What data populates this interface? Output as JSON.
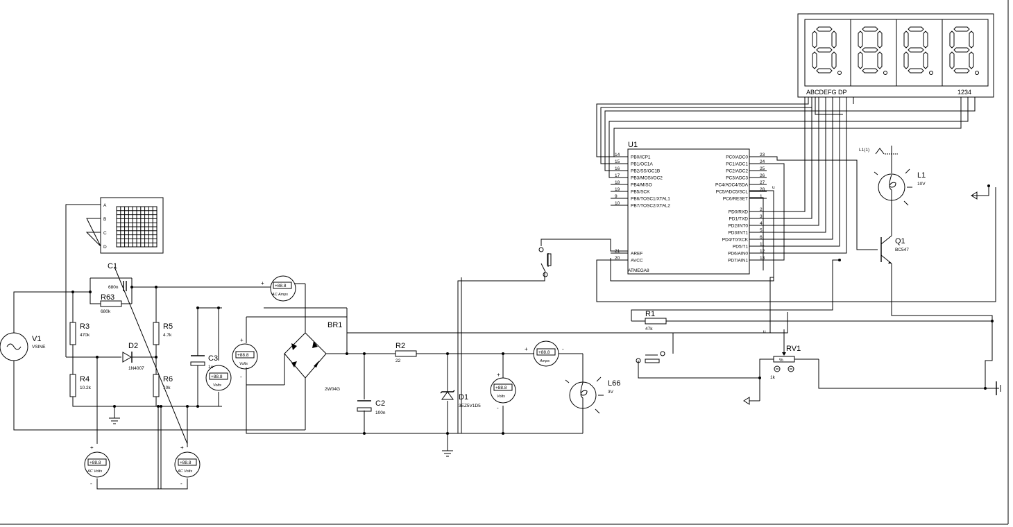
{
  "components": {
    "V1": {
      "ref": "V1",
      "value": "VSINE"
    },
    "R3": {
      "ref": "R3",
      "value": "470k"
    },
    "R4": {
      "ref": "R4",
      "value": "10.2k"
    },
    "R5": {
      "ref": "R5",
      "value": "4.7k"
    },
    "R6": {
      "ref": "R6",
      "value": "10k"
    },
    "R63": {
      "ref": "R63",
      "value": "680k"
    },
    "C1": {
      "ref": "C1",
      "value": "680n"
    },
    "C3": {
      "ref": "C3",
      "value": "1u"
    },
    "D2": {
      "ref": "D2",
      "value": "1N4007"
    },
    "BR1": {
      "ref": "BR1",
      "value": "2W04G"
    },
    "R2": {
      "ref": "R2",
      "value": "22"
    },
    "C2": {
      "ref": "C2",
      "value": "100n"
    },
    "D1": {
      "ref": "D1",
      "value": "3EZ5V1D5"
    },
    "L66": {
      "ref": "L66",
      "value": "3V"
    },
    "U1": {
      "ref": "U1",
      "value": "ATMEGA8"
    },
    "R1": {
      "ref": "R1",
      "value": "47k"
    },
    "RV1": {
      "ref": "RV1",
      "value": "1k",
      "wiper": "%"
    },
    "L1": {
      "ref": "L1",
      "value": "10V",
      "terminal": "L1(1)"
    },
    "Q1": {
      "ref": "Q1",
      "value": "BC547"
    }
  },
  "oscilloscope": {
    "channels": [
      "A",
      "B",
      "C",
      "D"
    ]
  },
  "meters": {
    "reading": "+88.8",
    "m_ac_amps": "AC Amps",
    "m_volts_br": "Volts",
    "m_volts_c3": "Volts",
    "m_amps": "Amps",
    "m_volts_d1": "Volts",
    "m_acv_1": "AC Volts",
    "m_acv_2": "AC Volts"
  },
  "display": {
    "segments_label": "ABCDEFG  DP",
    "digits_label": "1234",
    "digit_count": 4
  },
  "mcu": {
    "left_pins": [
      {
        "num": "14",
        "name": "PB0/ICP1"
      },
      {
        "num": "15",
        "name": "PB1/OC1A"
      },
      {
        "num": "16",
        "name": "PB2/SS/OC1B"
      },
      {
        "num": "17",
        "name": "PB3/MOSI/OC2"
      },
      {
        "num": "18",
        "name": "PB4/MISO"
      },
      {
        "num": "19",
        "name": "PB5/SCK"
      },
      {
        "num": "9",
        "name": "PB6/TOSC1/XTAL1"
      },
      {
        "num": "10",
        "name": "PB7/TOSC2/XTAL2"
      }
    ],
    "left_pins_2": [
      {
        "num": "21",
        "name": "AREF"
      },
      {
        "num": "20",
        "name": "AVCC"
      }
    ],
    "right_pins": [
      {
        "num": "23",
        "name": "PC0/ADC0"
      },
      {
        "num": "24",
        "name": "PC1/ADC1"
      },
      {
        "num": "25",
        "name": "PC2/ADC2"
      },
      {
        "num": "26",
        "name": "PC3/ADC3"
      },
      {
        "num": "27",
        "name": "PC4/ADC4/SDA"
      },
      {
        "num": "28",
        "name": "PC5/ADC5/SCL"
      },
      {
        "num": "1",
        "name": "PC6/RESET"
      }
    ],
    "right_pins_2": [
      {
        "num": "2",
        "name": "PD0/RXD"
      },
      {
        "num": "3",
        "name": "PD1/TXD"
      },
      {
        "num": "4",
        "name": "PD2/INT0"
      },
      {
        "num": "5",
        "name": "PD3/INT1"
      },
      {
        "num": "6",
        "name": "PD4/T0/XCK"
      },
      {
        "num": "11",
        "name": "PD5/T1"
      },
      {
        "num": "12",
        "name": "PD6/AIN0"
      },
      {
        "num": "13",
        "name": "PD7/AIN1"
      }
    ]
  },
  "wire_labels": {
    "u1": "u",
    "u2": "u"
  }
}
